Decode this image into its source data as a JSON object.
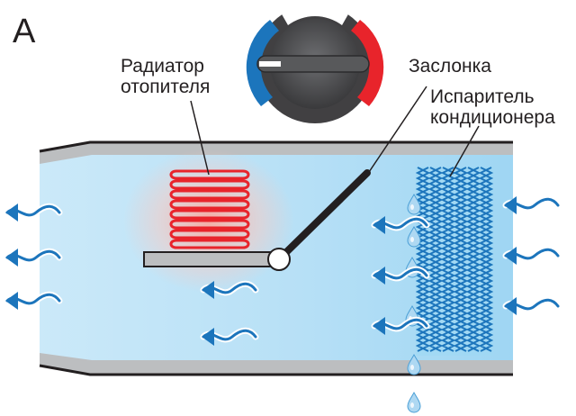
{
  "panel_letter": "A",
  "labels": {
    "radiator_line1": "Радиатор",
    "radiator_line2": "отопителя",
    "damper": "Заслонка",
    "evaporator_line1": "Испаритель",
    "evaporator_line2": "кондиционера"
  },
  "colors": {
    "duct_wall": "#bcbec0",
    "air_blue": "#bfe3f7",
    "heat_red": "#e8242b",
    "cool_blue": "#1c75bc",
    "evaporator_blue": "#27aae1",
    "knob_dark": "#414042"
  },
  "icons": [
    "temperature-knob-icon",
    "airflow-arrow-icon",
    "water-drop-icon"
  ]
}
